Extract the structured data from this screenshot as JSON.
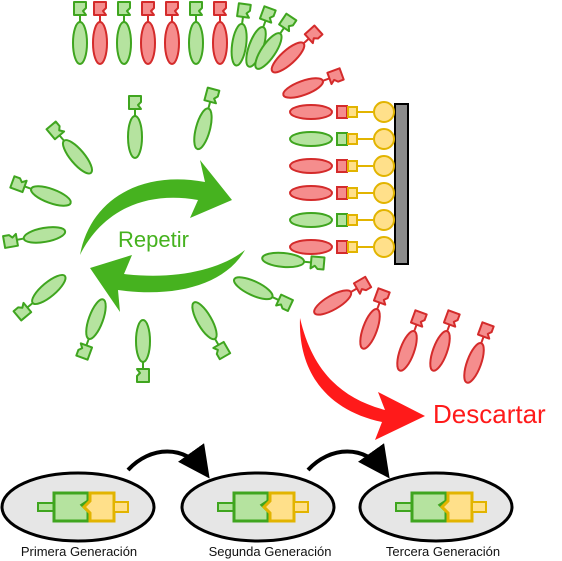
{
  "labels": {
    "repeat": "Repetir",
    "discard": "Descartar"
  },
  "generations": [
    {
      "label": "Primera Generación"
    },
    {
      "label": "Segunda Generación"
    },
    {
      "label": "Tercera Generación"
    }
  ],
  "colors": {
    "green_fill": "#b5e39f",
    "green_stroke": "#3fa51f",
    "red_fill": "#f58d8d",
    "red_stroke": "#d42b2b",
    "yellow_fill": "#ffe08a",
    "yellow_stroke": "#e2b400",
    "arrow_green": "#46b21f",
    "arrow_red": "#ff1a1a",
    "support_bar": "#8c8c8c",
    "dish_fill": "#e6e6e6"
  }
}
